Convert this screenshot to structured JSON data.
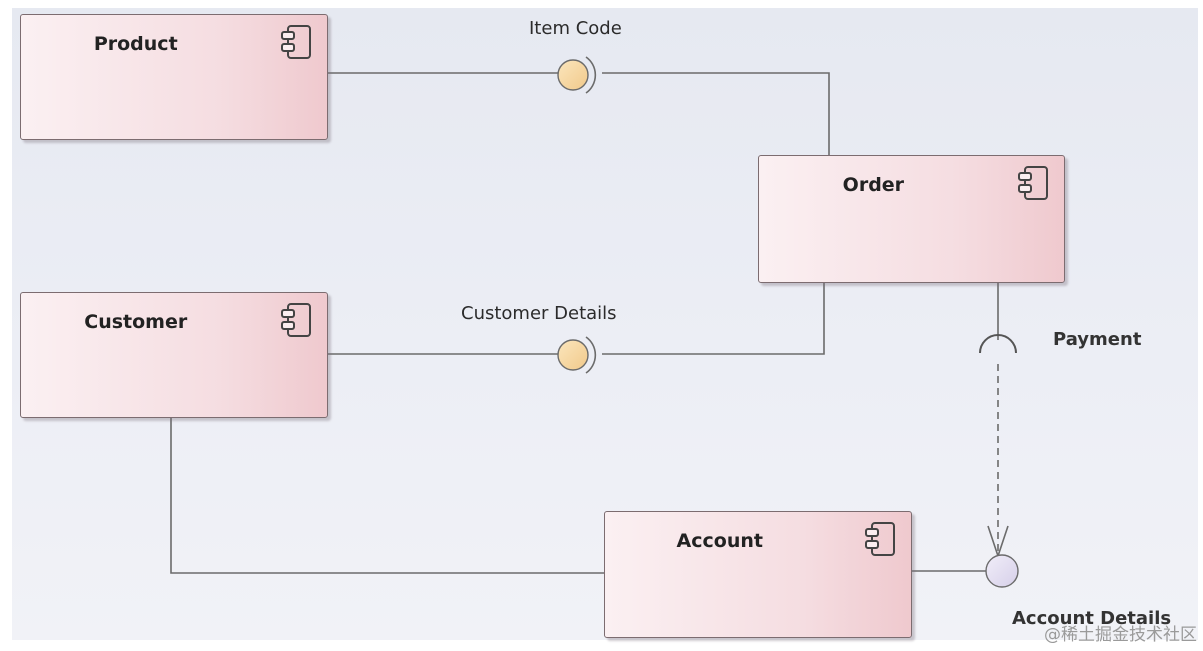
{
  "components": {
    "product": {
      "name": "Product",
      "icon": "component-icon"
    },
    "order": {
      "name": "Order",
      "icon": "component-icon"
    },
    "customer": {
      "name": "Customer",
      "icon": "component-icon"
    },
    "account": {
      "name": "Account",
      "icon": "component-icon"
    }
  },
  "interfaces": {
    "item_code": {
      "label": "Item Code",
      "kind": "provided"
    },
    "customer_details": {
      "label": "Customer Details",
      "kind": "provided"
    },
    "payment": {
      "label": "Payment",
      "kind": "required"
    },
    "account_details": {
      "label": "Account Details",
      "kind": "provided"
    }
  },
  "colors": {
    "component_fill_light": "#fbf0f2",
    "component_fill_dark": "#efc9ce",
    "provided_interface_fill": "#f6d9a3",
    "account_interface_fill": "#e4def2",
    "line": "#6b6b6b"
  },
  "watermark": "@稀土掘金技术社区"
}
